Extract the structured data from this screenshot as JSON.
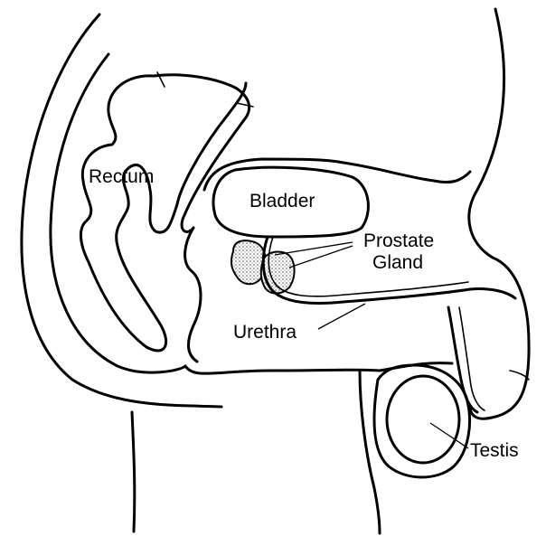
{
  "labels": {
    "rectum": "Rectum",
    "bladder": "Bladder",
    "prostate_line1": "Prostate",
    "prostate_line2": "Gland",
    "urethra": "Urethra",
    "testis": "Testis"
  },
  "colors": {
    "ink": "#000000",
    "background": "#ffffff",
    "prostate_fill": "#d4d4d4"
  }
}
